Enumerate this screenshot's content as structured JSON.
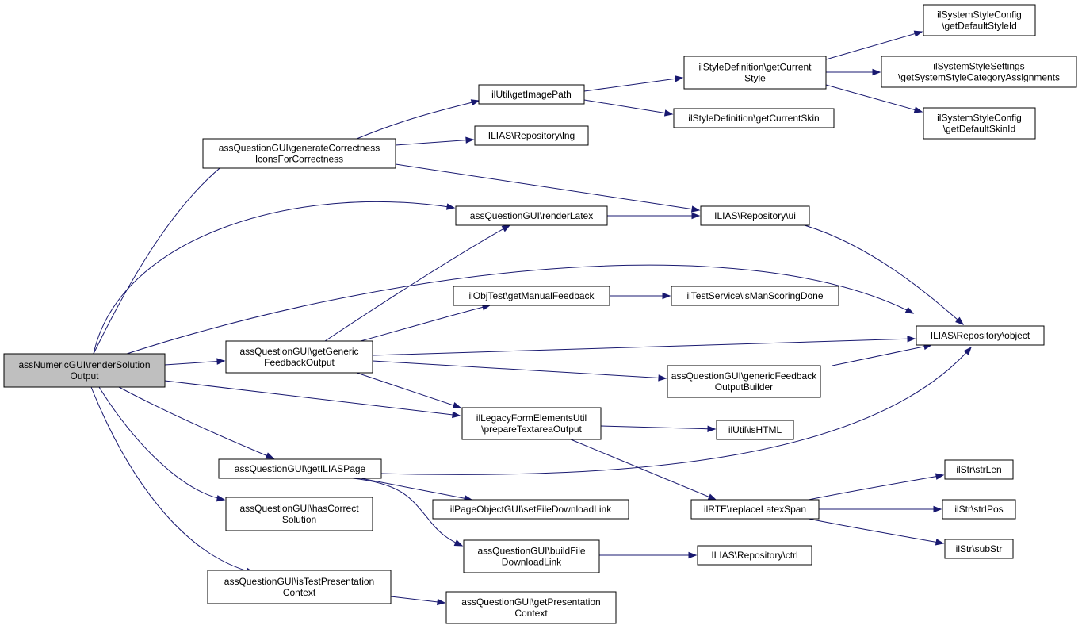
{
  "nodes": [
    {
      "id": "n_root",
      "name": "node-assnumericgui-rendersolutionoutput",
      "lines": [
        "assNumericGUI\\renderSolution",
        "Output"
      ],
      "root": true
    },
    {
      "id": "n_gcic",
      "name": "node-assquestiongui-generatecorrectnessiconsforcorrectness",
      "lines": [
        "assQuestionGUI\\generateCorrectness",
        "IconsForCorrectness"
      ]
    },
    {
      "id": "n_imgpath",
      "name": "node-ilutil-getimagepath",
      "lines": [
        "ilUtil\\getImagePath"
      ]
    },
    {
      "id": "n_curstyle",
      "name": "node-ilstyledefinition-getcurrentstyle",
      "lines": [
        "ilStyleDefinition\\getCurrent",
        "Style"
      ]
    },
    {
      "id": "n_defstyle",
      "name": "node-ilsystemstyleconfig-getdefaultstyleid",
      "lines": [
        "ilSystemStyleConfig",
        "\\getDefaultStyleId"
      ]
    },
    {
      "id": "n_sscat",
      "name": "node-ilsystemstylesettings-getsystemstylecategoryassignments",
      "lines": [
        "ilSystemStyleSettings",
        "\\getSystemStyleCategoryAssignments"
      ]
    },
    {
      "id": "n_defskin",
      "name": "node-ilsystemstyleconfig-getdefaultskinid",
      "lines": [
        "ilSystemStyleConfig",
        "\\getDefaultSkinId"
      ]
    },
    {
      "id": "n_curskin",
      "name": "node-ilstyledefinition-getcurrentskin",
      "lines": [
        "ilStyleDefinition\\getCurrentSkin"
      ]
    },
    {
      "id": "n_lng",
      "name": "node-ilias-repository-lng",
      "lines": [
        "ILIAS\\Repository\\lng"
      ]
    },
    {
      "id": "n_renderlatex",
      "name": "node-assquestiongui-renderlatex",
      "lines": [
        "assQuestionGUI\\renderLatex"
      ]
    },
    {
      "id": "n_ui",
      "name": "node-ilias-repository-ui",
      "lines": [
        "ILIAS\\Repository\\ui"
      ]
    },
    {
      "id": "n_manfb",
      "name": "node-ilobjtest-getmanualfeedback",
      "lines": [
        "ilObjTest\\getManualFeedback"
      ]
    },
    {
      "id": "n_manscoring",
      "name": "node-iltestservice-ismanscoringdone",
      "lines": [
        "ilTestService\\isManScoringDone"
      ]
    },
    {
      "id": "n_object",
      "name": "node-ilias-repository-object",
      "lines": [
        "ILIAS\\Repository\\object"
      ]
    },
    {
      "id": "n_genfb",
      "name": "node-assquestiongui-getgenericfeedbackoutput",
      "lines": [
        "assQuestionGUI\\getGeneric",
        "FeedbackOutput"
      ]
    },
    {
      "id": "n_genfbbuilder",
      "name": "node-assquestiongui-genericfeedbackoutputbuilder",
      "lines": [
        "assQuestionGUI\\genericFeedback",
        "OutputBuilder"
      ]
    },
    {
      "id": "n_legacy",
      "name": "node-illegacyformelementsutil-preparetextareaoutput",
      "lines": [
        "ilLegacyFormElementsUtil",
        "\\prepareTextareaOutput"
      ]
    },
    {
      "id": "n_ishtml",
      "name": "node-ilutil-ishtml",
      "lines": [
        "ilUtil\\isHTML"
      ]
    },
    {
      "id": "n_iliaspage",
      "name": "node-assquestiongui-getiliaspage",
      "lines": [
        "assQuestionGUI\\getILIASPage"
      ]
    },
    {
      "id": "n_filedl",
      "name": "node-ilpageobjectgui-setfiledownloadlink",
      "lines": [
        "ilPageObjectGUI\\setFileDownloadLink"
      ]
    },
    {
      "id": "n_latexspan",
      "name": "node-ilrte-replacelatexspan",
      "lines": [
        "ilRTE\\replaceLatexSpan"
      ]
    },
    {
      "id": "n_strlen",
      "name": "node-ilstr-strlen",
      "lines": [
        "ilStr\\strLen"
      ]
    },
    {
      "id": "n_strpos",
      "name": "node-ilstr-strpos",
      "lines": [
        "ilStr\\strIPos"
      ]
    },
    {
      "id": "n_substr",
      "name": "node-ilstr-substr",
      "lines": [
        "ilStr\\subStr"
      ]
    },
    {
      "id": "n_hascorrect",
      "name": "node-assquestiongui-hascorrectsolution",
      "lines": [
        "assQuestionGUI\\hasCorrect",
        "Solution"
      ]
    },
    {
      "id": "n_builddl",
      "name": "node-assquestiongui-buildfiledownloadlink",
      "lines": [
        "assQuestionGUI\\buildFile",
        "DownloadLink"
      ]
    },
    {
      "id": "n_ctrl",
      "name": "node-ilias-repository-ctrl",
      "lines": [
        "ILIAS\\Repository\\ctrl"
      ]
    },
    {
      "id": "n_istestpres",
      "name": "node-assquestiongui-istestpresentationcontext",
      "lines": [
        "assQuestionGUI\\isTestPresentation",
        "Context"
      ]
    },
    {
      "id": "n_getpres",
      "name": "node-assquestiongui-getpresentationcontext",
      "lines": [
        "assQuestionGUI\\getPresentation",
        "Context"
      ]
    }
  ],
  "edges": [
    [
      "n_root",
      "n_gcic"
    ],
    [
      "n_root",
      "n_renderlatex"
    ],
    [
      "n_root",
      "n_object"
    ],
    [
      "n_root",
      "n_genfb"
    ],
    [
      "n_root",
      "n_legacy"
    ],
    [
      "n_root",
      "n_iliaspage"
    ],
    [
      "n_root",
      "n_hascorrect"
    ],
    [
      "n_root",
      "n_istestpres"
    ],
    [
      "n_gcic",
      "n_imgpath"
    ],
    [
      "n_gcic",
      "n_lng"
    ],
    [
      "n_gcic",
      "n_ui"
    ],
    [
      "n_imgpath",
      "n_curstyle"
    ],
    [
      "n_imgpath",
      "n_curskin"
    ],
    [
      "n_curstyle",
      "n_defstyle"
    ],
    [
      "n_curstyle",
      "n_sscat"
    ],
    [
      "n_curstyle",
      "n_defskin"
    ],
    [
      "n_renderlatex",
      "n_ui"
    ],
    [
      "n_ui",
      "n_object"
    ],
    [
      "n_genfb",
      "n_renderlatex"
    ],
    [
      "n_genfb",
      "n_manfb"
    ],
    [
      "n_genfb",
      "n_object"
    ],
    [
      "n_genfb",
      "n_genfbbuilder"
    ],
    [
      "n_genfb",
      "n_legacy"
    ],
    [
      "n_manfb",
      "n_manscoring"
    ],
    [
      "n_genfbbuilder",
      "n_object"
    ],
    [
      "n_legacy",
      "n_ishtml"
    ],
    [
      "n_legacy",
      "n_latexspan"
    ],
    [
      "n_latexspan",
      "n_strlen"
    ],
    [
      "n_latexspan",
      "n_strpos"
    ],
    [
      "n_latexspan",
      "n_substr"
    ],
    [
      "n_iliaspage",
      "n_object"
    ],
    [
      "n_iliaspage",
      "n_filedl"
    ],
    [
      "n_iliaspage",
      "n_builddl"
    ],
    [
      "n_builddl",
      "n_ctrl"
    ],
    [
      "n_istestpres",
      "n_getpres"
    ]
  ]
}
